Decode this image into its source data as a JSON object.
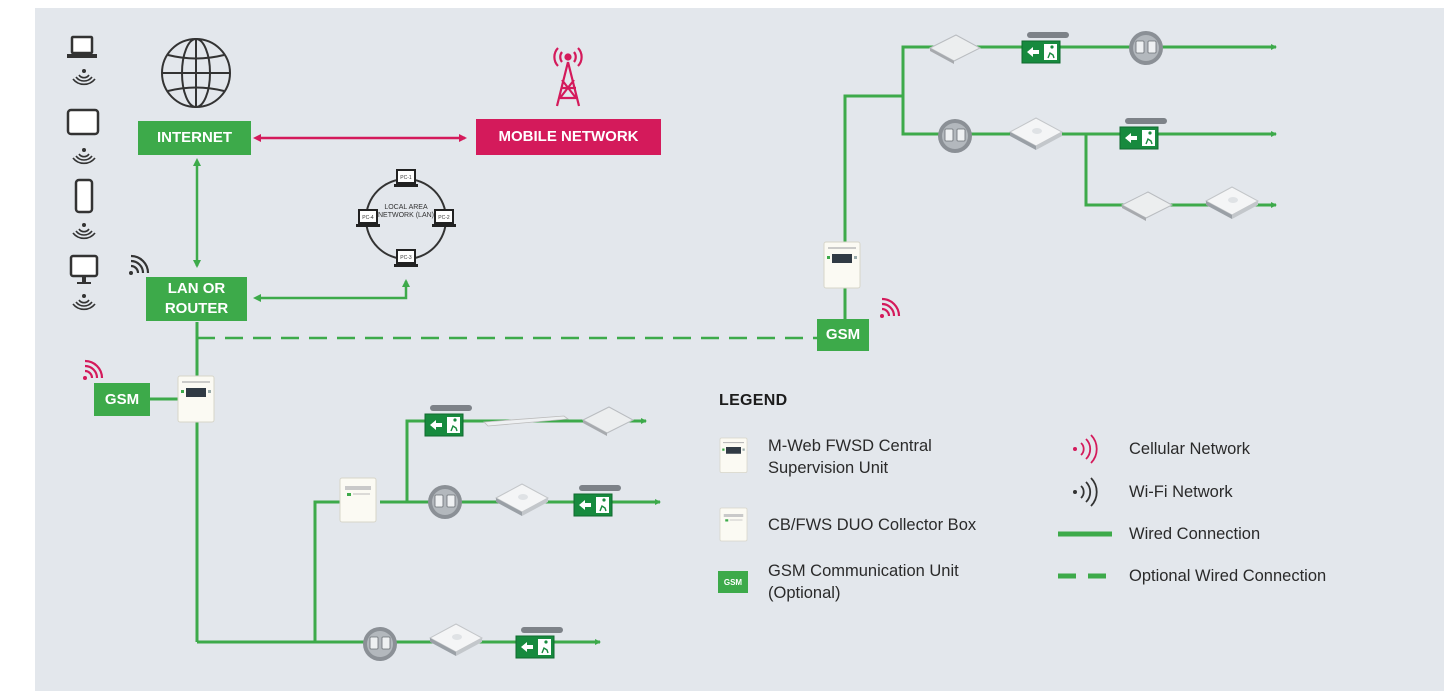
{
  "nodes": {
    "internet": "INTERNET",
    "mobile_network": "MOBILE NETWORK",
    "lan_router": "LAN OR ROUTER",
    "gsm_left": "GSM",
    "gsm_right": "GSM",
    "lan_ring": "LOCAL AREA NETWORK (LAN)",
    "pc_labels": [
      "PC-1",
      "PC-2",
      "PC-3",
      "PC-4"
    ]
  },
  "legend": {
    "title": "LEGEND",
    "items": [
      {
        "label": "M-Web FWSD Central Supervision Unit",
        "icon": "central-unit-icon"
      },
      {
        "label": "CB/FWS DUO Collector Box",
        "icon": "collector-box-icon"
      },
      {
        "label": "GSM Communication Unit (Optional)",
        "icon": "gsm-icon",
        "badge": "GSM"
      },
      {
        "label": "Cellular Network",
        "icon": "cellular-signal-icon"
      },
      {
        "label": "Wi-Fi Network",
        "icon": "wifi-signal-icon"
      },
      {
        "label": "Wired Connection",
        "icon": "solid-line-icon"
      },
      {
        "label": "Optional Wired Connection",
        "icon": "dashed-line-icon"
      }
    ]
  },
  "colors": {
    "background": "#e3e7ec",
    "wired": "#3daa4a",
    "cellular": "#d41a5b",
    "text": "#2a2a2a"
  }
}
